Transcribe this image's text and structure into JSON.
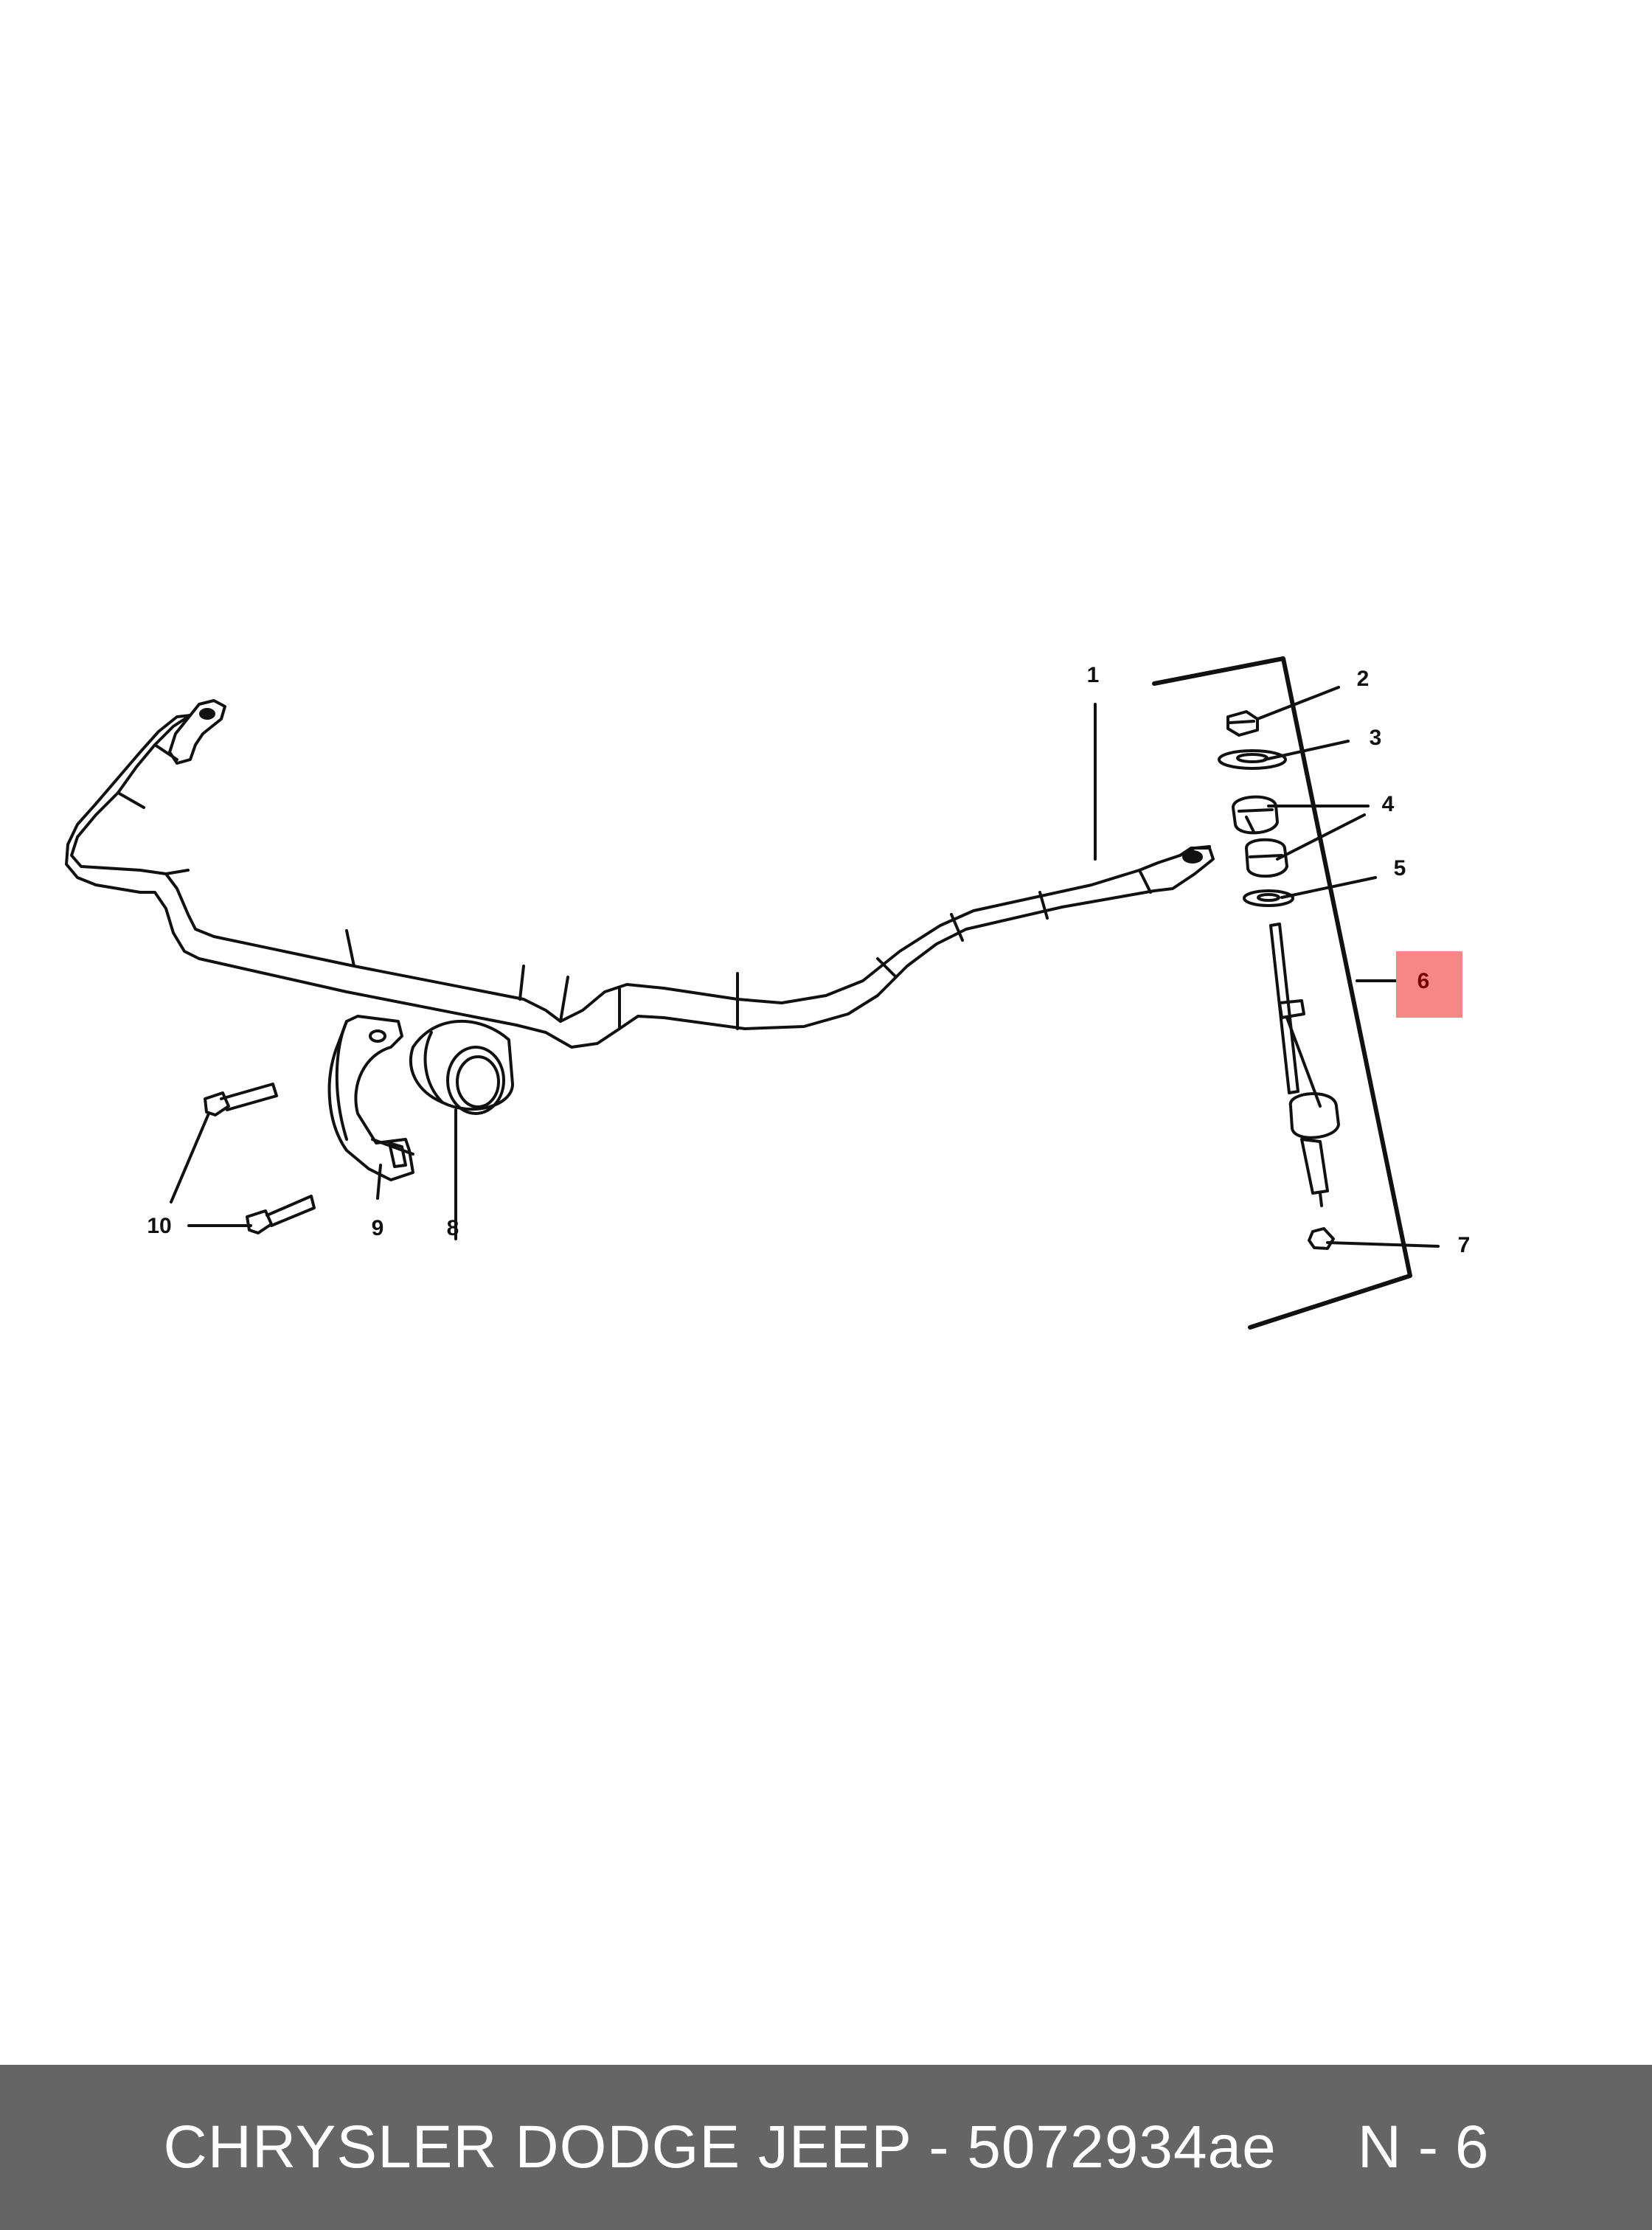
{
  "callouts": {
    "c1": "1",
    "c2": "2",
    "c3": "3",
    "c4": "4",
    "c5": "5",
    "c6": "6",
    "c7": "7",
    "c8": "8",
    "c9": "9",
    "c10": "10"
  },
  "highlight": {
    "part": "6",
    "color": "#f78787"
  },
  "footer": {
    "text": "CHRYSLER DODGE JEEP - 5072934ae",
    "code": "N - 6",
    "background": "#656565"
  }
}
